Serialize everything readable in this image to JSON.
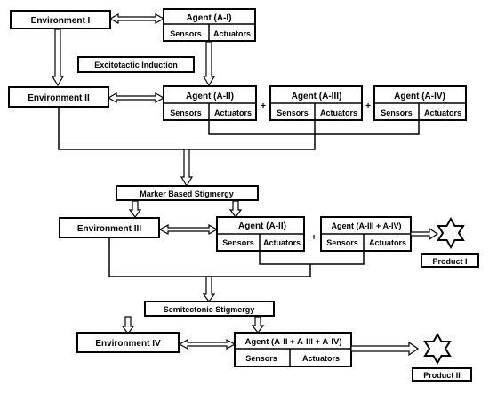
{
  "environments": [
    "Environment I",
    "Environment II",
    "Environment  III",
    "Environment IV"
  ],
  "agents": {
    "a1": "Agent (A-I)",
    "a2": "Agent (A-II)",
    "a3": "Agent (A-III)",
    "a4": "Agent (A-IV)",
    "a2b": "Agent (A-II)",
    "a34": "Agent (A-III + A-IV)",
    "a234": "Agent (A-II + A-III + A-IV)"
  },
  "sensors_label": "Sensors",
  "actuators_label": "Actuators",
  "plus_sign": "+",
  "stages": {
    "induction": "Excitotactic Induction",
    "marker": "Marker Based Stigmergy",
    "semitectonic": "Semitectonic Stigmergy"
  },
  "products": [
    "Product I",
    "Product II"
  ]
}
